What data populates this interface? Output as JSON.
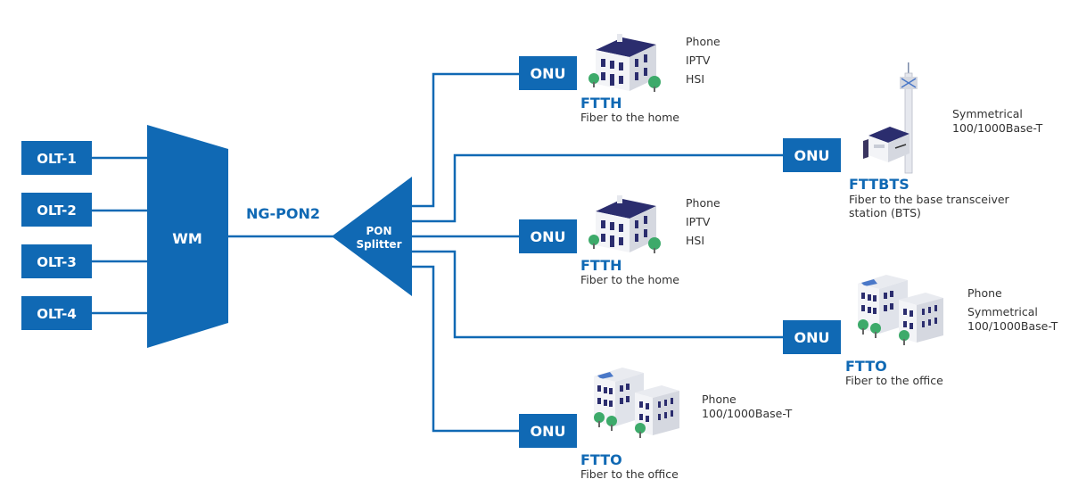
{
  "colors": {
    "primary": "#1069b4",
    "text": "#333333",
    "background": "#ffffff"
  },
  "olts": [
    {
      "label": "OLT-1"
    },
    {
      "label": "OLT-2"
    },
    {
      "label": "OLT-3"
    },
    {
      "label": "OLT-4"
    }
  ],
  "wm": {
    "label": "WM"
  },
  "trunk": {
    "label": "NG-PON2"
  },
  "splitter": {
    "line1": "PON",
    "line2": "Splitter"
  },
  "branches": [
    {
      "onu_label": "ONU",
      "type": "FTTH",
      "description": [
        "Fiber to the home"
      ],
      "icon": "house-icon",
      "services": [
        "Phone",
        "IPTV",
        "HSI"
      ]
    },
    {
      "onu_label": "ONU",
      "type": "FTTBTS",
      "description": [
        "Fiber to the base transceiver",
        "station (BTS)"
      ],
      "icon": "cell-tower-icon",
      "services": [
        "Symmetrical",
        "100/1000Base-T"
      ]
    },
    {
      "onu_label": "ONU",
      "type": "FTTH",
      "description": [
        "Fiber to the home"
      ],
      "icon": "house-icon",
      "services": [
        "Phone",
        "IPTV",
        "HSI"
      ]
    },
    {
      "onu_label": "ONU",
      "type": "FTTO",
      "description": [
        "Fiber to the office"
      ],
      "icon": "office-building-icon",
      "services": [
        "Phone",
        "Symmetrical",
        "100/1000Base-T"
      ]
    },
    {
      "onu_label": "ONU",
      "type": "FTTO",
      "description": [
        "Fiber to the office"
      ],
      "icon": "office-building-icon",
      "services": [
        "Phone",
        "100/1000Base-T"
      ]
    }
  ]
}
